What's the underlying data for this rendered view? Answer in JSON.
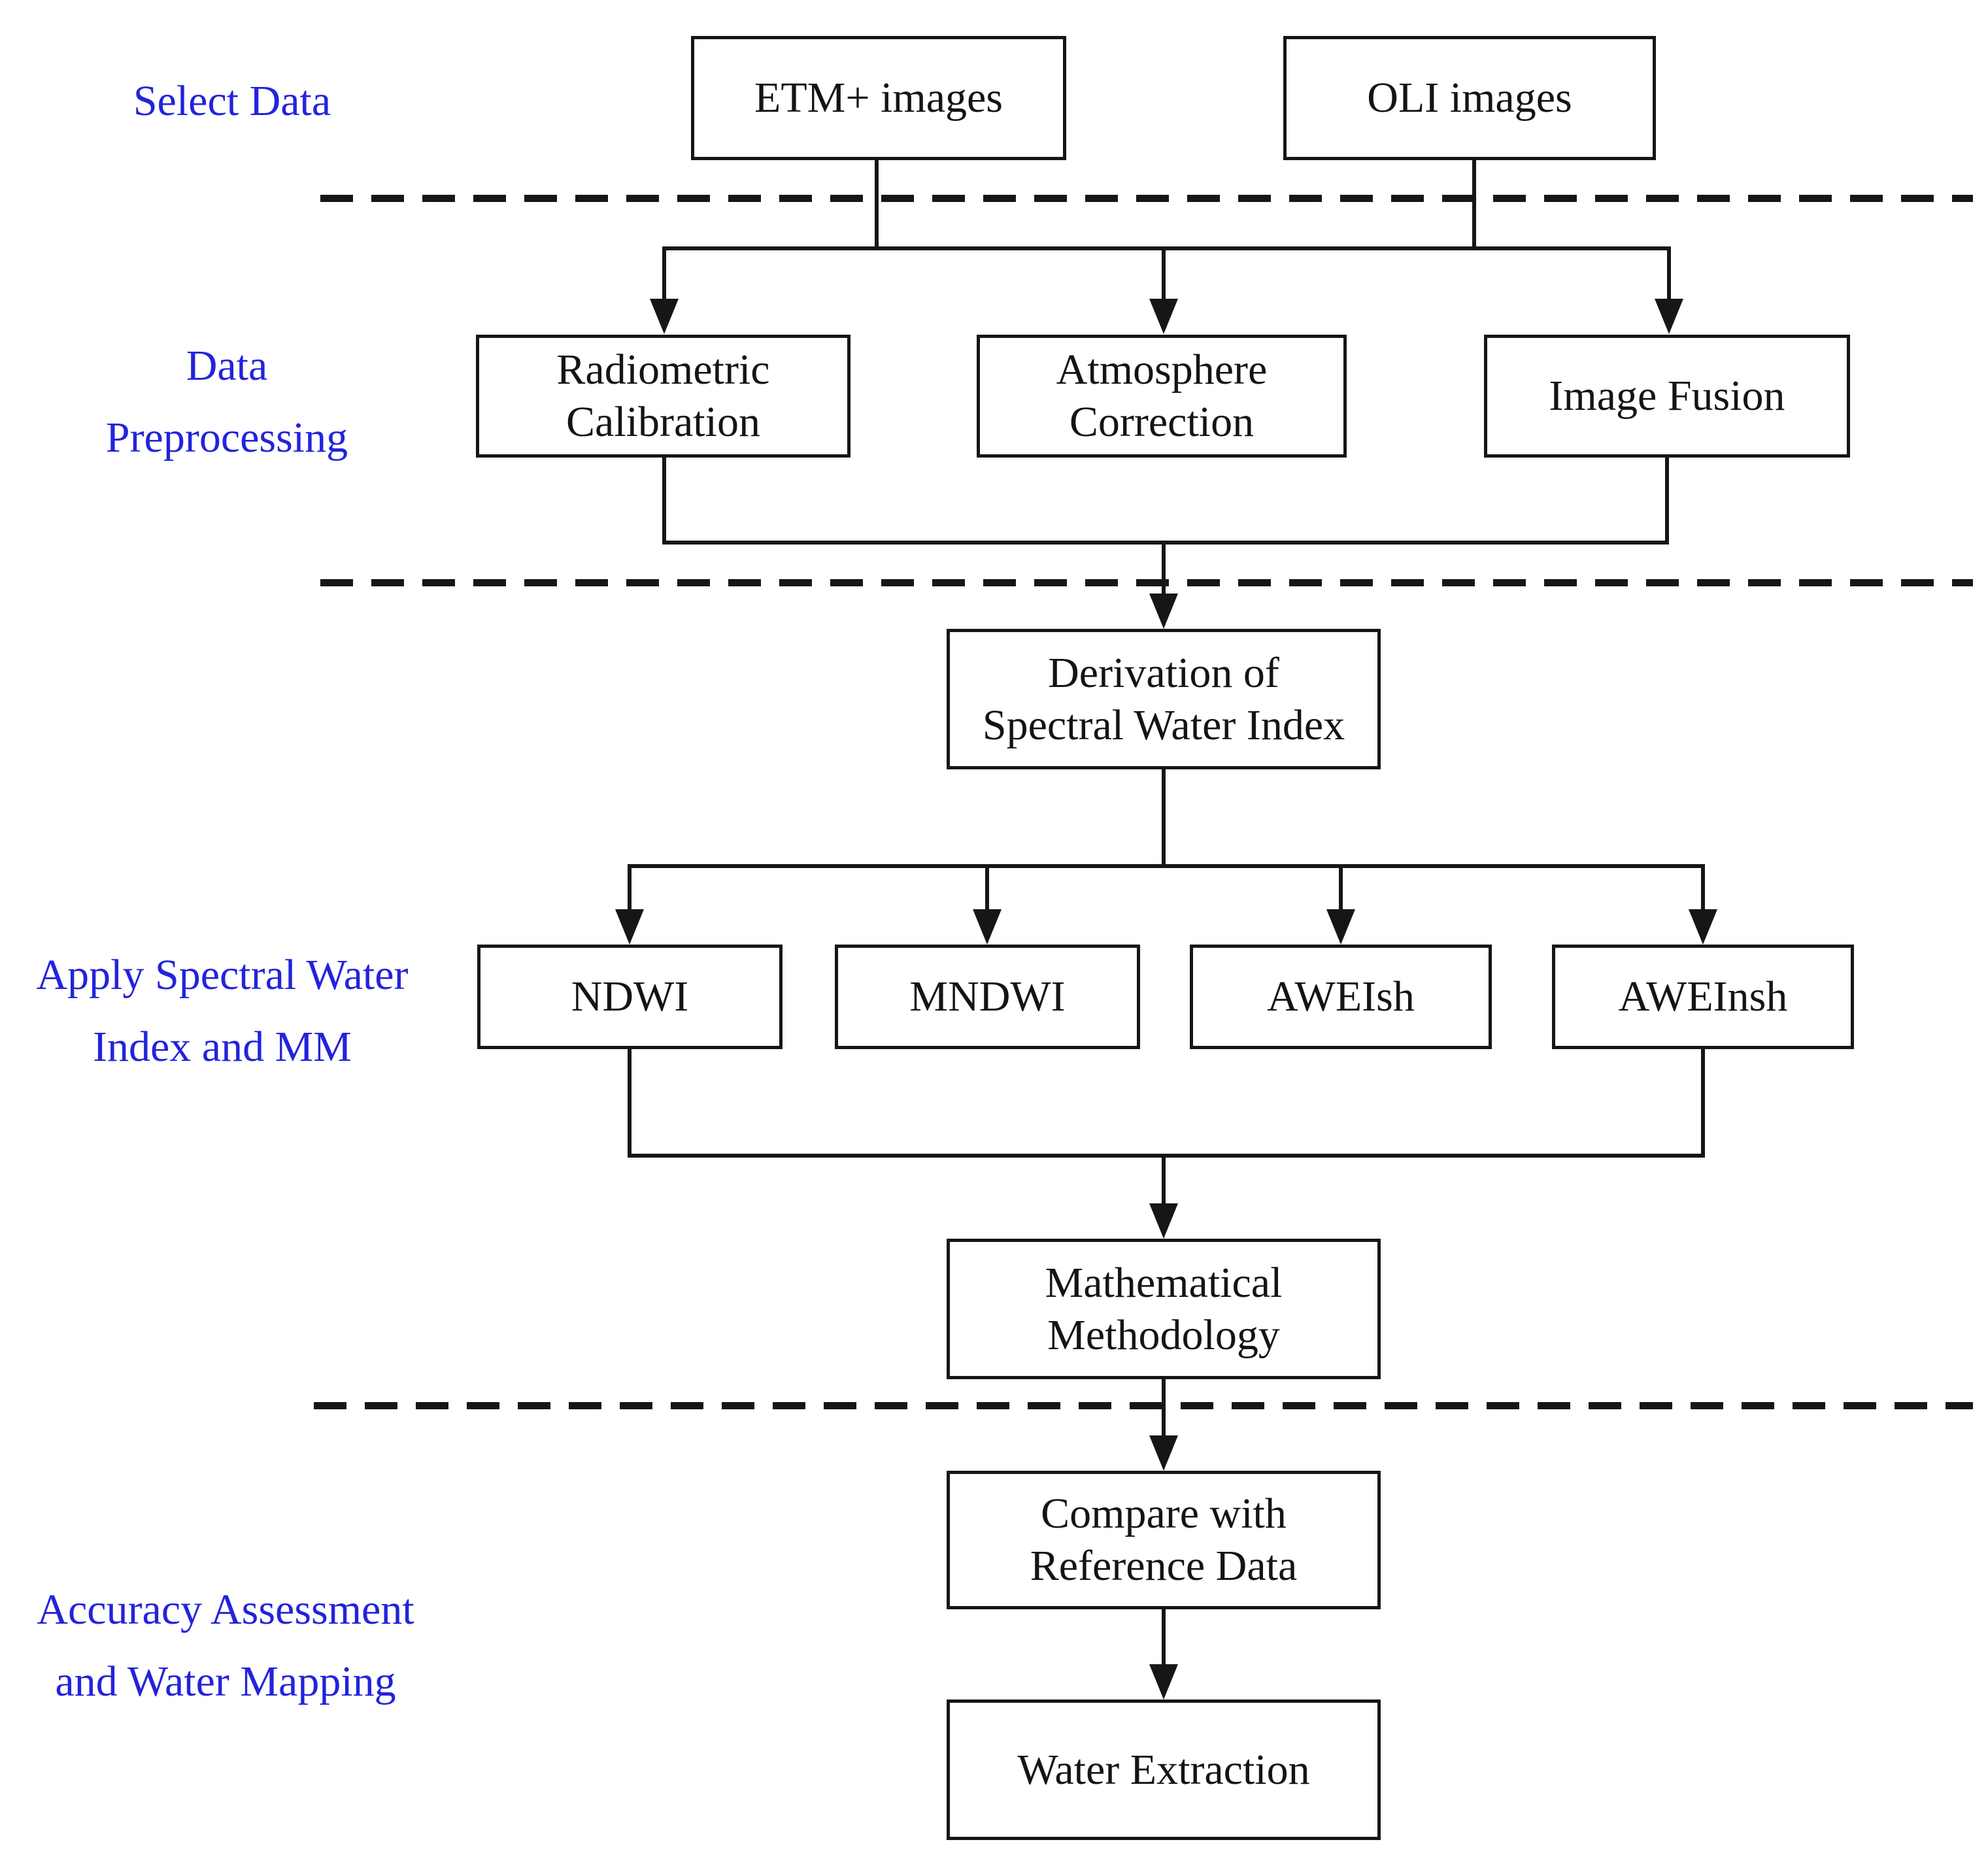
{
  "figure": {
    "type": "flowchart",
    "background": "#ffffff",
    "label_color": "#2323dc",
    "line_color": "#161616",
    "box_text_color": "#141414",
    "section_labels": [
      {
        "id": "select-data",
        "text": "Select Data"
      },
      {
        "id": "data-preprocessing",
        "text": "Data\nPreprocessing"
      },
      {
        "id": "apply-spectral-water-index-and-mm",
        "text": "Apply Spectral Water\nIndex and MM"
      },
      {
        "id": "accuracy-assessment-and-water-mapping",
        "text": "Accuracy Assessment\nand Water Mapping"
      }
    ],
    "boxes": [
      {
        "id": "etm-images",
        "text": "ETM+ images"
      },
      {
        "id": "oli-images",
        "text": "OLI images"
      },
      {
        "id": "radiometric-calibration",
        "text": "Radiometric\nCalibration"
      },
      {
        "id": "atmosphere-correction",
        "text": "Atmosphere\nCorrection"
      },
      {
        "id": "image-fusion",
        "text": "Image Fusion"
      },
      {
        "id": "derivation-of-spectral-water-index",
        "text": "Derivation of\nSpectral Water Index"
      },
      {
        "id": "ndwi",
        "text": "NDWI"
      },
      {
        "id": "mndwi",
        "text": "MNDWI"
      },
      {
        "id": "aweish",
        "text": "AWEIsh"
      },
      {
        "id": "aweinsh",
        "text": "AWEInsh"
      },
      {
        "id": "mathematical-methodology",
        "text": "Mathematical\nMethodology"
      },
      {
        "id": "compare-with-reference-data",
        "text": "Compare with\nReference Data"
      },
      {
        "id": "water-extraction",
        "text": "Water Extraction"
      }
    ]
  }
}
